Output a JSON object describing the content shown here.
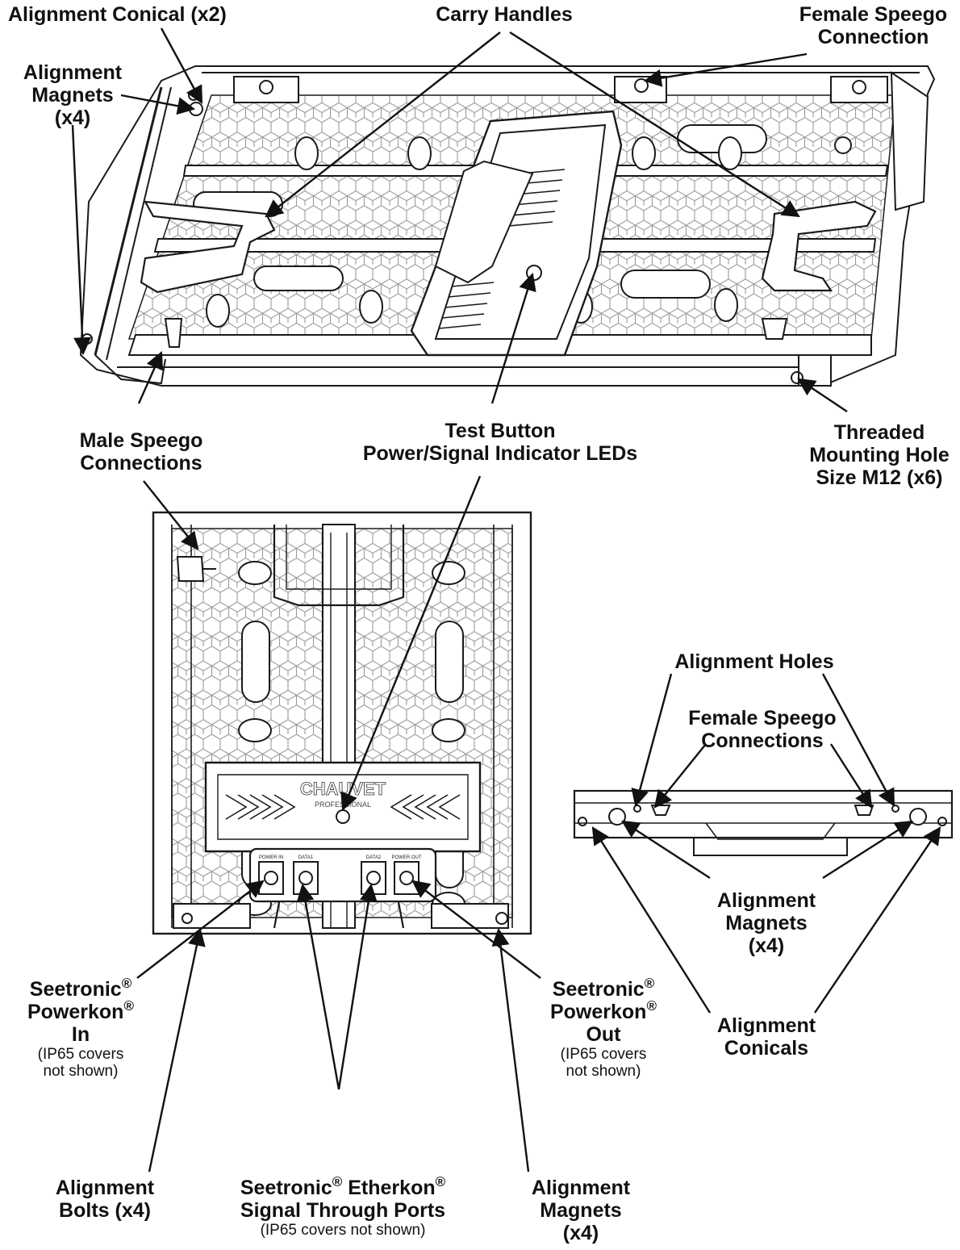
{
  "labels": {
    "alignment_conical_x2": "Alignment Conical (x2)",
    "carry_handles": "Carry Handles",
    "female_speego_connection": [
      "Female Speego",
      "Connection"
    ],
    "alignment_magnets_top": [
      "Alignment",
      "Magnets",
      "(x4)"
    ],
    "male_speego_connections": [
      "Male Speego",
      "Connections"
    ],
    "test_button": [
      "Test Button",
      "Power/Signal Indicator LEDs"
    ],
    "threaded_mounting_hole": [
      "Threaded",
      "Mounting Hole",
      "Size M12 (x6)"
    ],
    "alignment_holes": "Alignment Holes",
    "female_speego_connections": [
      "Female Speego",
      "Connections"
    ],
    "alignment_magnets_right": [
      "Alignment",
      "Magnets",
      "(x4)"
    ],
    "alignment_conicals": [
      "Alignment",
      "Conicals"
    ],
    "powerkon_in": {
      "l1a": "Seetronic",
      "l1r": "®",
      "l2a": "Powerkon",
      "l2r": "®",
      "l3": "In",
      "note1": "(IP65 covers",
      "note2": "not shown)"
    },
    "powerkon_out": {
      "l1a": "Seetronic",
      "l1r": "®",
      "l2a": "Powerkon",
      "l2r": "®",
      "l3": "Out",
      "note1": "(IP65 covers",
      "note2": "not shown)"
    },
    "etherkon": {
      "l1a": "Seetronic",
      "l1r": "®",
      "l1b": " Etherkon",
      "l1r2": "®",
      "l2": "Signal Through Ports",
      "note": "(IP65 covers not shown)"
    },
    "alignment_bolts": [
      "Alignment",
      "Bolts (x4)"
    ],
    "alignment_magnets_bottom": [
      "Alignment",
      "Magnets",
      "(x4)"
    ]
  },
  "device_marks": {
    "brand": "CHAUVET",
    "brand_sub": "PROFESSIONAL",
    "port_power_in": "POWER IN",
    "port_data1": "DATA1",
    "port_data2": "DATA2",
    "port_power_out": "POWER OUT"
  },
  "colors": {
    "line": "#1a1a1a",
    "hex": "#9a9a9a",
    "panel": "#ffffff",
    "ink": "#111111"
  }
}
